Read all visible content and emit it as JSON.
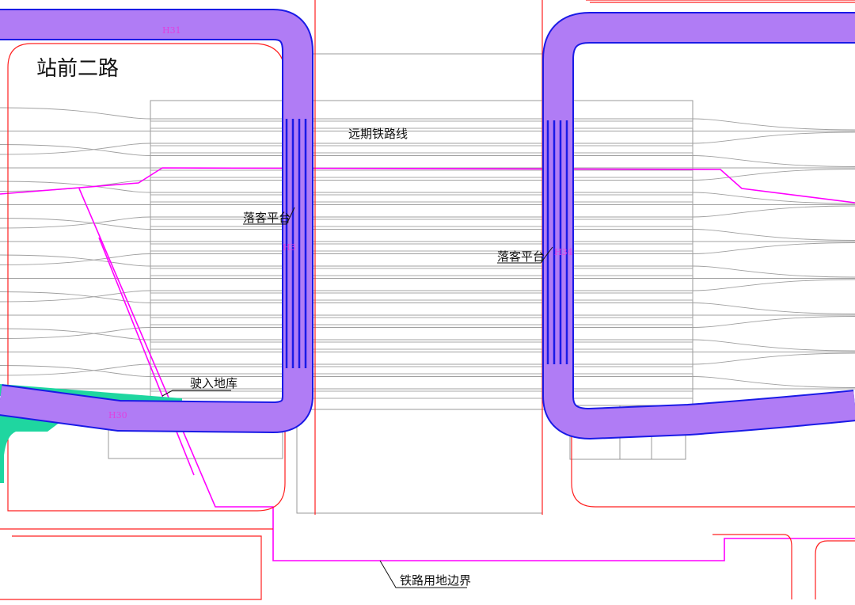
{
  "labels": {
    "road_name": "站前二路",
    "future_railway": "远期铁路线",
    "dropoff_left": "落客平台",
    "dropoff_right": "落客平台",
    "garage_entry": "驶入地库",
    "railway_boundary": "铁路用地边界"
  },
  "ramp_codes": {
    "h31": "H31",
    "h30": "H30",
    "h3": "H3",
    "h34": "H34"
  },
  "colors": {
    "ramp_fill": "#b07cf5",
    "ramp_edge": "#1a1ae6",
    "boundary": "#ff00ff",
    "red_line": "#ff2020",
    "garage_ramp": "#1fd6a0",
    "track": "#9a9a9a",
    "yellow": "#d4a017"
  }
}
